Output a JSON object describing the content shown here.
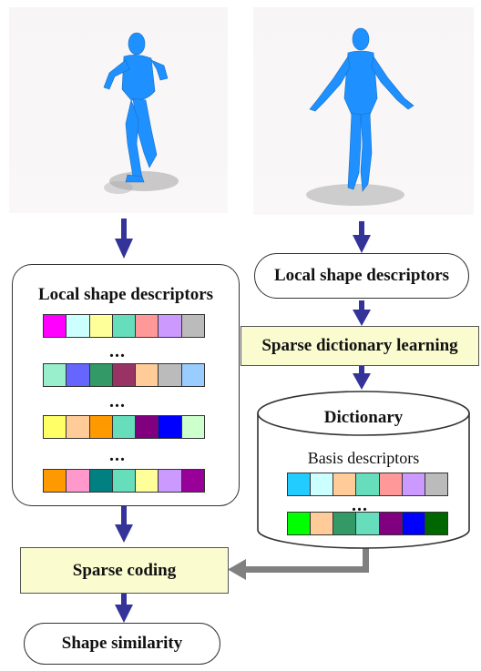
{
  "left_branch": {
    "descriptors_box": {
      "title": "Local shape descriptors",
      "rows": [
        [
          "#ff00ff",
          "#ccffff",
          "#ffff99",
          "#66ddbb",
          "#ff9999",
          "#cc99ff",
          "#bbbbbb"
        ],
        [
          "#99eecc",
          "#6666ff",
          "#339966",
          "#993366",
          "#ffcc99",
          "#bbbbbb",
          "#99ccff"
        ],
        [
          "#ffff66",
          "#ffcc99",
          "#ff9900",
          "#66ddbb",
          "#800080",
          "#0000ff",
          "#ccffcc"
        ],
        [
          "#ff9900",
          "#ff99cc",
          "#008080",
          "#66ddbb",
          "#ffff99",
          "#cc99ff",
          "#990099"
        ]
      ],
      "ellipsis": "..."
    }
  },
  "right_branch": {
    "descriptors_label": "Local shape descriptors",
    "learning_label": "Sparse dictionary learning",
    "dictionary": {
      "title": "Dictionary",
      "subtitle": "Basis descriptors",
      "rows": [
        [
          "#22ccff",
          "#ccffff",
          "#ffcc99",
          "#66ddbb",
          "#ff9999",
          "#cc99ff",
          "#bbbbbb"
        ],
        [
          "#00ff00",
          "#ffcc99",
          "#339966",
          "#66ddbb",
          "#800080",
          "#0000ff",
          "#006600"
        ]
      ],
      "ellipsis": "..."
    }
  },
  "sparse_coding_label": "Sparse coding",
  "shape_similarity_label": "Shape similarity",
  "colors": {
    "arrow": "#333399",
    "gray_arrow": "#808080",
    "highlight": "#fbfbd0",
    "figure": "#1e90ff"
  }
}
